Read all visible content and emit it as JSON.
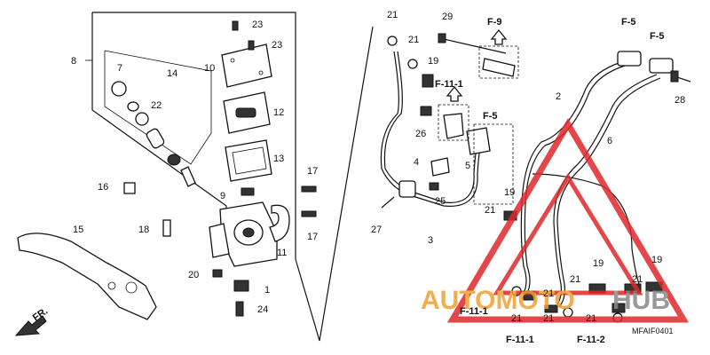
{
  "callouts": [
    {
      "text": "23"
    },
    {
      "text": "23"
    },
    {
      "text": "8"
    },
    {
      "text": "10"
    },
    {
      "text": "7"
    },
    {
      "text": "14"
    },
    {
      "text": "22"
    },
    {
      "text": "12"
    },
    {
      "text": "13"
    },
    {
      "text": "16"
    },
    {
      "text": "17"
    },
    {
      "text": "9"
    },
    {
      "text": "17"
    },
    {
      "text": "18"
    },
    {
      "text": "11"
    },
    {
      "text": "15"
    },
    {
      "text": "20"
    },
    {
      "text": "1"
    },
    {
      "text": "24"
    },
    {
      "text": "21"
    },
    {
      "text": "21"
    },
    {
      "text": "19"
    },
    {
      "text": "29"
    },
    {
      "text": "26"
    },
    {
      "text": "4"
    },
    {
      "text": "5"
    },
    {
      "text": "25"
    },
    {
      "text": "27"
    },
    {
      "text": "3"
    },
    {
      "text": "2"
    },
    {
      "text": "6"
    },
    {
      "text": "28"
    },
    {
      "text": "19"
    },
    {
      "text": "21"
    },
    {
      "text": "21"
    },
    {
      "text": "21"
    },
    {
      "text": "19"
    },
    {
      "text": "19"
    },
    {
      "text": "21"
    },
    {
      "text": "21"
    },
    {
      "text": "21"
    },
    {
      "text": "21"
    }
  ],
  "refs": [
    {
      "text": "F-9"
    },
    {
      "text": "F-11-1"
    },
    {
      "text": "F-5"
    },
    {
      "text": "F-5"
    },
    {
      "text": "F-5"
    },
    {
      "text": "F-11-1"
    },
    {
      "text": "F-11-1"
    },
    {
      "text": "F-11-2"
    }
  ],
  "direction_label": "FR.",
  "diagram_code": "MFAIF0401",
  "watermark": {
    "part1": "AUTOMOTO",
    "part2": "HUB",
    "color1": "#f0a030",
    "color2": "#888888",
    "triangle_color": "#e0282a"
  }
}
